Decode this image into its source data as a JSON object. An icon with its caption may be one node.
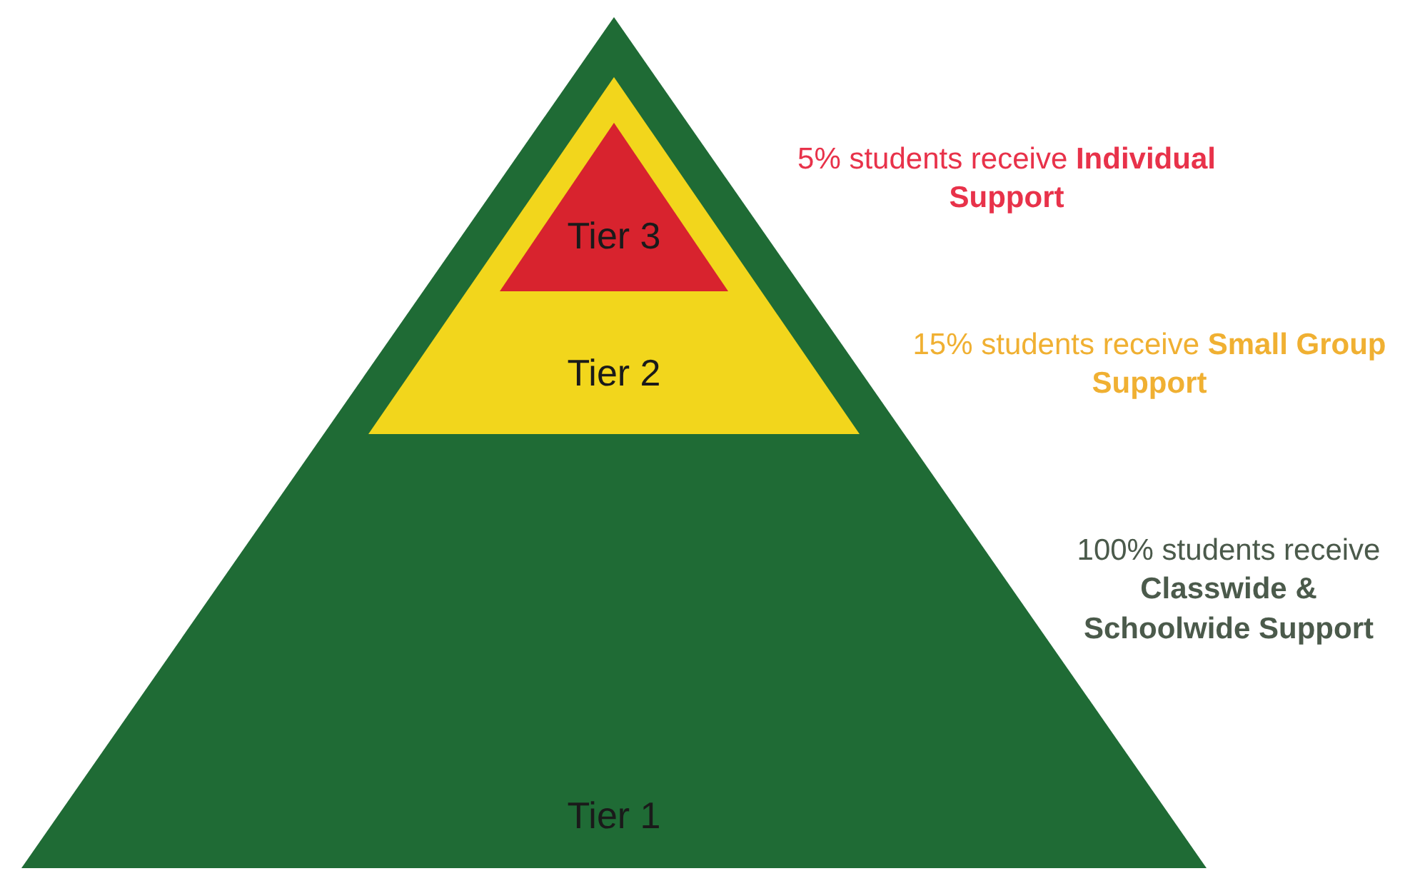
{
  "diagram": {
    "nodes": [
      {
        "text": [
          "Tier 1"
        ],
        "beside": [
          "100% students receive **Classwide & Schoolwide Support**"
        ]
      },
      {
        "text": [
          "Tier 2"
        ],
        "in": 0,
        "beside": [
          "15% students receive **Small Group Support**"
        ]
      },
      {
        "text": [
          "Tier 3"
        ],
        "in": 1,
        "beside": [
          "5% students receive **Individual Support**"
        ]
      }
    ]
  }
}
